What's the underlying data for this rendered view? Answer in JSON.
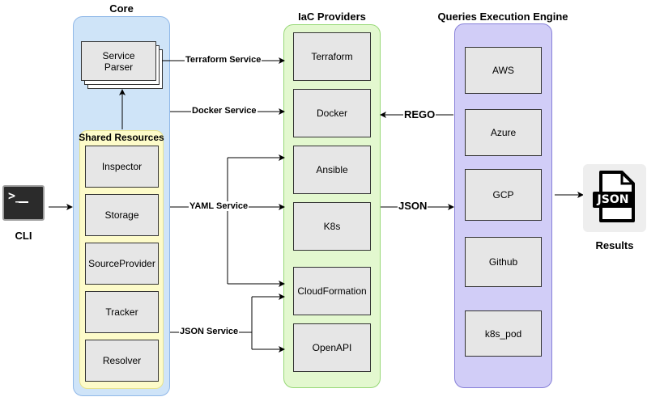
{
  "groups": {
    "core": {
      "title": "Core"
    },
    "shared": {
      "title": "Shared Resources"
    },
    "iac": {
      "title": "IaC Providers"
    },
    "engine": {
      "title": "Queries Execution Engine"
    }
  },
  "core": {
    "service_parser": "Service Parser"
  },
  "shared_resources": [
    "Inspector",
    "Storage",
    "SourceProvider",
    "Tracker",
    "Resolver"
  ],
  "iac_providers": [
    "Terraform",
    "Docker",
    "Ansible",
    "K8s",
    "CloudFormation",
    "OpenAPI"
  ],
  "engines": [
    "AWS",
    "Azure",
    "GCP",
    "Github",
    "k8s_pod"
  ],
  "edges": {
    "terraform_service": "Terraform Service",
    "docker_service": "Docker Service",
    "yaml_service": "YAML Service",
    "json_service": "JSON Service",
    "rego": "REGO",
    "json": "JSON"
  },
  "cli": {
    "label": "CLI",
    "prompt": ">_"
  },
  "results": {
    "label": "Results",
    "badge": "JSON",
    "icon": "json-file-icon"
  },
  "colors": {
    "core_fill": "#cfe4f8",
    "core_border": "#90b8e8",
    "shared_fill": "#fdfbc9",
    "shared_border": "#e7e38e",
    "iac_fill": "#e3f8cf",
    "iac_border": "#97d877",
    "engine_fill": "#d1cdf7",
    "engine_border": "#8780d8",
    "box_fill": "#e6e6e6"
  }
}
